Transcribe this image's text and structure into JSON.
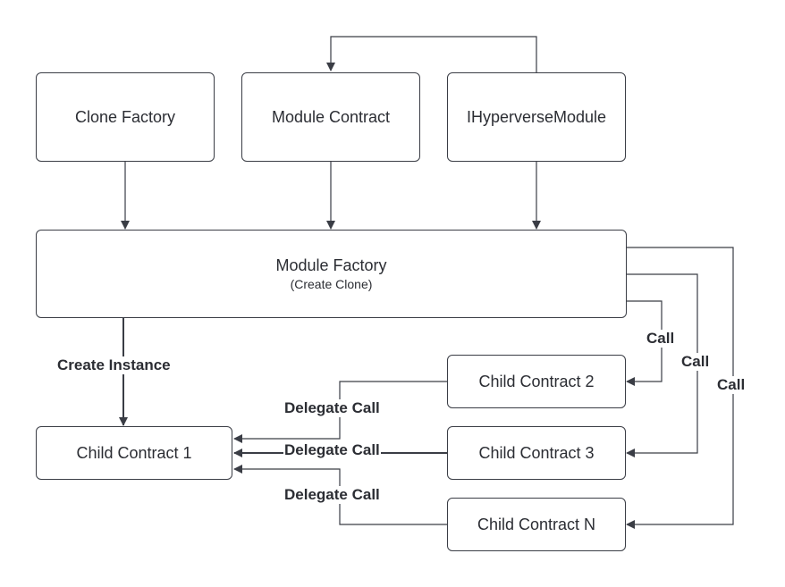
{
  "nodes": {
    "clone_factory": "Clone Factory",
    "module_contract": "Module Contract",
    "ihyperverse_module": "IHyperverseModule",
    "module_factory": {
      "title": "Module Factory",
      "subtitle": "(Create Clone)"
    },
    "child_contract_1": "Child Contract 1",
    "child_contract_2": "Child Contract 2",
    "child_contract_3": "Child Contract 3",
    "child_contract_n": "Child Contract N"
  },
  "edge_labels": {
    "create_instance": "Create Instance",
    "delegate_call_2": "Delegate Call",
    "delegate_call_3": "Delegate Call",
    "delegate_call_n": "Delegate Call",
    "call_2": "Call",
    "call_3": "Call",
    "call_n": "Call"
  },
  "colors": {
    "stroke": "#3a3d45",
    "text": "#2b2d33"
  }
}
